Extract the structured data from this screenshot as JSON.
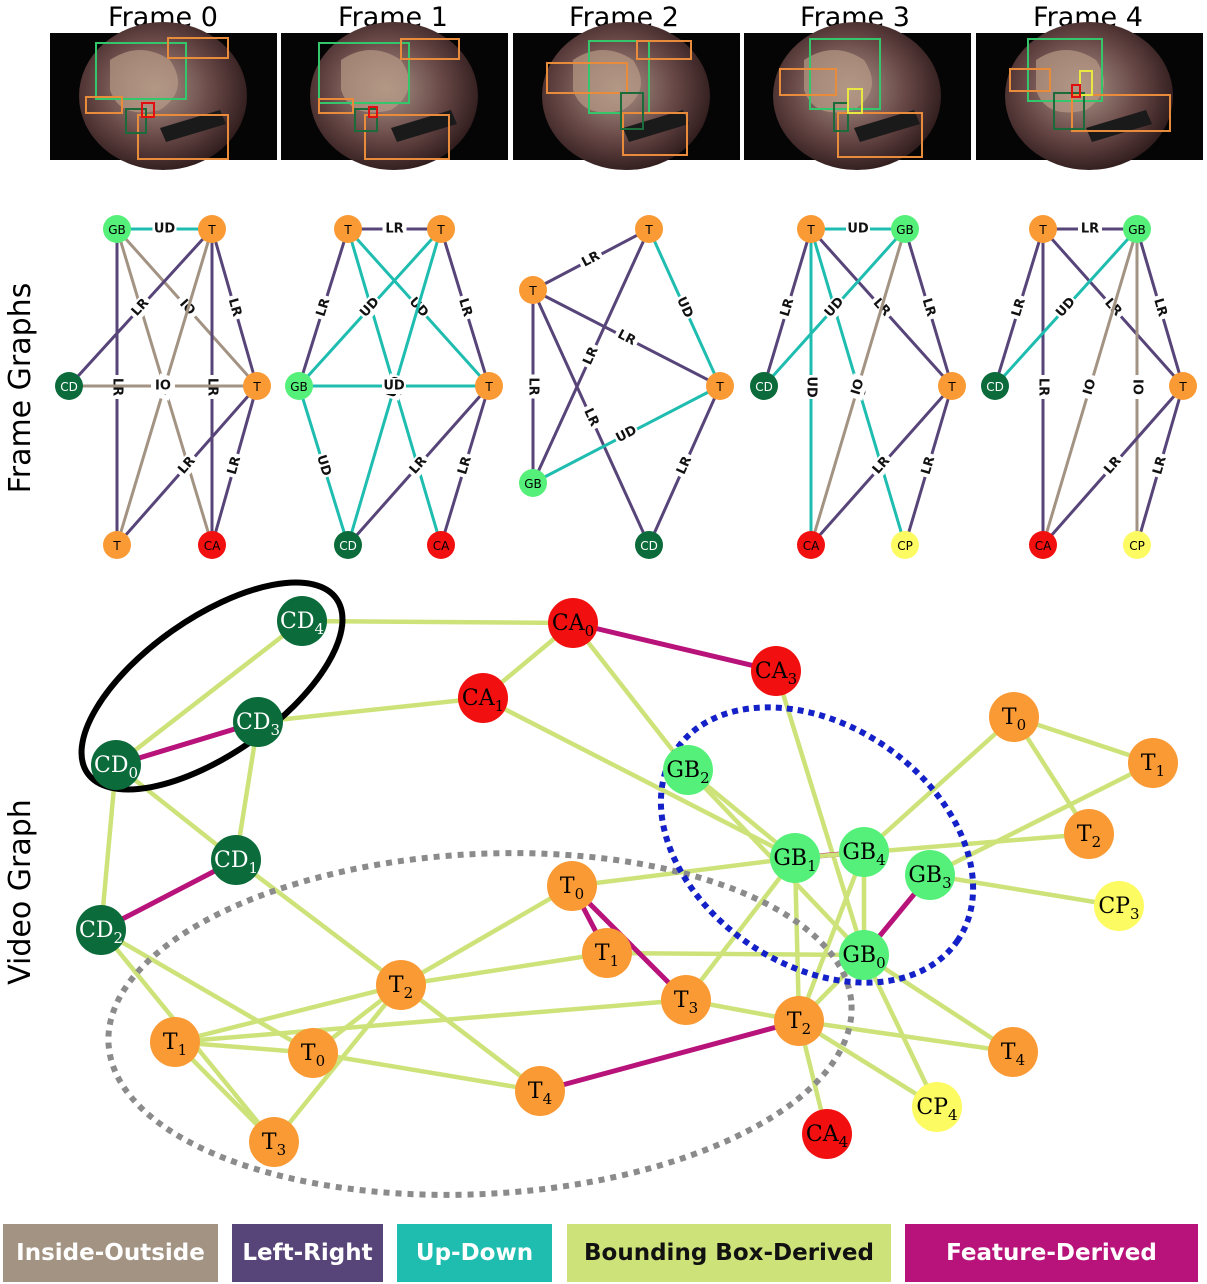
{
  "frames": [
    {
      "title": "Frame 0"
    },
    {
      "title": "Frame 1"
    },
    {
      "title": "Frame 2"
    },
    {
      "title": "Frame 3"
    },
    {
      "title": "Frame 4"
    }
  ],
  "row_labels": {
    "frame_graphs": "Frame Graphs",
    "video_graph": "Video Graph"
  },
  "colors": {
    "inside_outside": "#a29383",
    "left_right": "#574479",
    "up_down": "#1fbdb0",
    "bbox_derived": "#cde37a",
    "feature_derived": "#b8137a",
    "gallbladder": "#55f07a",
    "tool": "#fa9a35",
    "cystic_duct": "#0b6b3a",
    "cystic_artery": "#f20f0f",
    "cystic_plate": "#fdfb62"
  },
  "edge_types": {
    "LR": "LR",
    "UD": "UD",
    "IO": "IO"
  },
  "frame_graphs": [
    {
      "nodes": [
        {
          "id": "gb",
          "label": "GB",
          "cls": "GB"
        },
        {
          "id": "t1",
          "label": "T",
          "cls": "T"
        },
        {
          "id": "cd",
          "label": "CD",
          "cls": "CD"
        },
        {
          "id": "t2",
          "label": "T",
          "cls": "T"
        },
        {
          "id": "t3",
          "label": "T",
          "cls": "T"
        },
        {
          "id": "ca",
          "label": "CA",
          "cls": "CA"
        }
      ],
      "edges": [
        [
          "gb",
          "t1",
          "UD"
        ],
        [
          "gb",
          "t2",
          "IO"
        ],
        [
          "gb",
          "t3",
          "LR"
        ],
        [
          "gb",
          "ca",
          "IO"
        ],
        [
          "t1",
          "cd",
          "LR"
        ],
        [
          "t1",
          "t3",
          "IO"
        ],
        [
          "t1",
          "ca",
          "LR"
        ],
        [
          "t1",
          "t2",
          "LR"
        ],
        [
          "cd",
          "t2",
          "IO"
        ],
        [
          "t2",
          "t3",
          "LR"
        ],
        [
          "t2",
          "ca",
          "LR"
        ]
      ]
    },
    {
      "nodes": [
        {
          "id": "t1",
          "label": "T",
          "cls": "T"
        },
        {
          "id": "t2",
          "label": "T",
          "cls": "T"
        },
        {
          "id": "gb",
          "label": "GB",
          "cls": "GB"
        },
        {
          "id": "t3",
          "label": "T",
          "cls": "T"
        },
        {
          "id": "cd",
          "label": "CD",
          "cls": "CD"
        },
        {
          "id": "ca",
          "label": "CA",
          "cls": "CA"
        }
      ],
      "edges": [
        [
          "t1",
          "t2",
          "LR"
        ],
        [
          "t1",
          "gb",
          "LR"
        ],
        [
          "t1",
          "t3",
          "UD"
        ],
        [
          "t1",
          "ca",
          "UD"
        ],
        [
          "t2",
          "gb",
          "UD"
        ],
        [
          "t2",
          "cd",
          "UD"
        ],
        [
          "t2",
          "t3",
          "LR"
        ],
        [
          "gb",
          "t3",
          "UD"
        ],
        [
          "gb",
          "cd",
          "UD"
        ],
        [
          "t3",
          "cd",
          "LR"
        ],
        [
          "t3",
          "ca",
          "LR"
        ]
      ]
    },
    {
      "nodes": [
        {
          "id": "ta",
          "label": "T",
          "cls": "T"
        },
        {
          "id": "tb",
          "label": "T",
          "cls": "T"
        },
        {
          "id": "tc",
          "label": "T",
          "cls": "T"
        },
        {
          "id": "gb",
          "label": "GB",
          "cls": "GB"
        },
        {
          "id": "cd",
          "label": "CD",
          "cls": "CD"
        }
      ],
      "edges": [
        [
          "ta",
          "tb",
          "LR"
        ],
        [
          "ta",
          "tc",
          "UD"
        ],
        [
          "ta",
          "gb",
          "LR"
        ],
        [
          "tb",
          "gb",
          "LR"
        ],
        [
          "tb",
          "cd",
          "LR"
        ],
        [
          "tb",
          "tc",
          "LR"
        ],
        [
          "gb",
          "tc",
          "UD"
        ],
        [
          "tc",
          "cd",
          "LR"
        ]
      ]
    },
    {
      "nodes": [
        {
          "id": "t1",
          "label": "T",
          "cls": "T"
        },
        {
          "id": "gb",
          "label": "GB",
          "cls": "GB"
        },
        {
          "id": "cd",
          "label": "CD",
          "cls": "CD"
        },
        {
          "id": "t2",
          "label": "T",
          "cls": "T"
        },
        {
          "id": "ca",
          "label": "CA",
          "cls": "CA"
        },
        {
          "id": "cp",
          "label": "CP",
          "cls": "CP"
        }
      ],
      "edges": [
        [
          "t1",
          "gb",
          "UD"
        ],
        [
          "t1",
          "cd",
          "LR"
        ],
        [
          "t1",
          "ca",
          "UD"
        ],
        [
          "t1",
          "cp",
          "UD"
        ],
        [
          "t1",
          "t2",
          "LR"
        ],
        [
          "gb",
          "cd",
          "UD"
        ],
        [
          "gb",
          "ca",
          "IO"
        ],
        [
          "gb",
          "t2",
          "LR"
        ],
        [
          "t2",
          "ca",
          "LR"
        ],
        [
          "t2",
          "cp",
          "LR"
        ]
      ]
    },
    {
      "nodes": [
        {
          "id": "t1",
          "label": "T",
          "cls": "T"
        },
        {
          "id": "gb",
          "label": "GB",
          "cls": "GB"
        },
        {
          "id": "cd",
          "label": "CD",
          "cls": "CD"
        },
        {
          "id": "t2",
          "label": "T",
          "cls": "T"
        },
        {
          "id": "ca",
          "label": "CA",
          "cls": "CA"
        },
        {
          "id": "cp",
          "label": "CP",
          "cls": "CP"
        }
      ],
      "edges": [
        [
          "t1",
          "gb",
          "LR"
        ],
        [
          "t1",
          "cd",
          "LR"
        ],
        [
          "t1",
          "ca",
          "LR"
        ],
        [
          "t1",
          "t2",
          "LR"
        ],
        [
          "gb",
          "cd",
          "UD"
        ],
        [
          "gb",
          "ca",
          "IO"
        ],
        [
          "gb",
          "cp",
          "IO"
        ],
        [
          "gb",
          "t2",
          "LR"
        ],
        [
          "t2",
          "ca",
          "LR"
        ],
        [
          "t2",
          "cp",
          "LR"
        ]
      ]
    }
  ],
  "video_graph": {
    "nodes": [
      {
        "id": "CD4",
        "base": "CD",
        "sub": "4",
        "cls": "CD"
      },
      {
        "id": "CD3",
        "base": "CD",
        "sub": "3",
        "cls": "CD"
      },
      {
        "id": "CD0",
        "base": "CD",
        "sub": "0",
        "cls": "CD"
      },
      {
        "id": "CD1",
        "base": "CD",
        "sub": "1",
        "cls": "CD"
      },
      {
        "id": "CD2",
        "base": "CD",
        "sub": "2",
        "cls": "CD"
      },
      {
        "id": "CA0",
        "base": "CA",
        "sub": "0",
        "cls": "CA"
      },
      {
        "id": "CA1",
        "base": "CA",
        "sub": "1",
        "cls": "CA"
      },
      {
        "id": "CA3",
        "base": "CA",
        "sub": "3",
        "cls": "CA"
      },
      {
        "id": "CA4",
        "base": "CA",
        "sub": "4",
        "cls": "CA"
      },
      {
        "id": "GB2",
        "base": "GB",
        "sub": "2",
        "cls": "GB"
      },
      {
        "id": "GB1",
        "base": "GB",
        "sub": "1",
        "cls": "GB"
      },
      {
        "id": "GB4",
        "base": "GB",
        "sub": "4",
        "cls": "GB"
      },
      {
        "id": "GB3",
        "base": "GB",
        "sub": "3",
        "cls": "GB"
      },
      {
        "id": "GB0",
        "base": "GB",
        "sub": "0",
        "cls": "GB"
      },
      {
        "id": "rT0",
        "base": "T",
        "sub": "0",
        "cls": "T"
      },
      {
        "id": "rT1",
        "base": "T",
        "sub": "1",
        "cls": "T"
      },
      {
        "id": "rT2",
        "base": "T",
        "sub": "2",
        "cls": "T"
      },
      {
        "id": "CP3",
        "base": "CP",
        "sub": "3",
        "cls": "CP"
      },
      {
        "id": "CP4",
        "base": "CP",
        "sub": "4",
        "cls": "CP"
      },
      {
        "id": "mT0",
        "base": "T",
        "sub": "0",
        "cls": "T"
      },
      {
        "id": "mT1",
        "base": "T",
        "sub": "1",
        "cls": "T"
      },
      {
        "id": "mT3",
        "base": "T",
        "sub": "3",
        "cls": "T"
      },
      {
        "id": "mT2",
        "base": "T",
        "sub": "2",
        "cls": "T"
      },
      {
        "id": "mT4",
        "base": "T",
        "sub": "4",
        "cls": "T"
      },
      {
        "id": "bT4",
        "base": "T",
        "sub": "4",
        "cls": "T"
      },
      {
        "id": "lT2",
        "base": "T",
        "sub": "2",
        "cls": "T"
      },
      {
        "id": "lT1",
        "base": "T",
        "sub": "1",
        "cls": "T"
      },
      {
        "id": "lT0",
        "base": "T",
        "sub": "0",
        "cls": "T"
      },
      {
        "id": "lT3",
        "base": "T",
        "sub": "3",
        "cls": "T"
      }
    ],
    "edges": [
      [
        "CD4",
        "CA0",
        "B"
      ],
      [
        "CD4",
        "CD0",
        "B"
      ],
      [
        "CD3",
        "CD0",
        "F"
      ],
      [
        "CD3",
        "CA1",
        "B"
      ],
      [
        "CD3",
        "CD1",
        "B"
      ],
      [
        "CD0",
        "CD1",
        "B"
      ],
      [
        "CD0",
        "CD2",
        "B"
      ],
      [
        "CD1",
        "CD2",
        "F"
      ],
      [
        "CD1",
        "lT2",
        "B"
      ],
      [
        "CD2",
        "lT0",
        "B"
      ],
      [
        "CD2",
        "lT3",
        "B"
      ],
      [
        "CA0",
        "CA1",
        "B"
      ],
      [
        "CA0",
        "CA3",
        "F"
      ],
      [
        "CA0",
        "GB2",
        "B"
      ],
      [
        "CA1",
        "GB1",
        "B"
      ],
      [
        "CA3",
        "GB0",
        "B"
      ],
      [
        "GB2",
        "GB1",
        "B"
      ],
      [
        "GB2",
        "GB0",
        "B"
      ],
      [
        "GB1",
        "GB4",
        "F"
      ],
      [
        "GB1",
        "mT0",
        "B"
      ],
      [
        "GB1",
        "mT3",
        "B"
      ],
      [
        "GB1",
        "mT2",
        "B"
      ],
      [
        "GB1",
        "rT2",
        "B"
      ],
      [
        "GB4",
        "rT0",
        "B"
      ],
      [
        "GB4",
        "GB0",
        "B"
      ],
      [
        "GB4",
        "mT2",
        "B"
      ],
      [
        "GB3",
        "GB0",
        "F"
      ],
      [
        "GB3",
        "CP3",
        "B"
      ],
      [
        "GB3",
        "rT1",
        "B"
      ],
      [
        "GB0",
        "CP4",
        "B"
      ],
      [
        "GB0",
        "mT4",
        "B"
      ],
      [
        "GB0",
        "mT1",
        "B"
      ],
      [
        "GB0",
        "mT2",
        "B"
      ],
      [
        "rT0",
        "rT1",
        "B"
      ],
      [
        "rT0",
        "rT2",
        "B"
      ],
      [
        "mT0",
        "mT1",
        "F"
      ],
      [
        "mT0",
        "mT3",
        "F"
      ],
      [
        "mT0",
        "lT2",
        "B"
      ],
      [
        "mT1",
        "lT2",
        "B"
      ],
      [
        "mT3",
        "mT2",
        "B"
      ],
      [
        "mT2",
        "CA4",
        "B"
      ],
      [
        "mT2",
        "bT4",
        "F"
      ],
      [
        "mT2",
        "mT4",
        "B"
      ],
      [
        "mT2",
        "CP4",
        "B"
      ],
      [
        "lT2",
        "lT1",
        "B"
      ],
      [
        "lT2",
        "lT0",
        "B"
      ],
      [
        "lT2",
        "lT3",
        "B"
      ],
      [
        "lT2",
        "bT4",
        "B"
      ],
      [
        "lT1",
        "lT0",
        "B"
      ],
      [
        "lT1",
        "lT3",
        "B"
      ],
      [
        "lT1",
        "mT3",
        "B"
      ],
      [
        "lT0",
        "bT4",
        "B"
      ]
    ]
  },
  "legend": [
    {
      "label": "Inside-Outside",
      "bg": "#a29383",
      "fg": "#ffffff"
    },
    {
      "label": "Left-Right",
      "bg": "#574479",
      "fg": "#ffffff"
    },
    {
      "label": "Up-Down",
      "bg": "#1fbdb0",
      "fg": "#ffffff"
    },
    {
      "label": "Bounding Box-Derived",
      "bg": "#cde37a",
      "fg": "#111111"
    },
    {
      "label": "Feature-Derived",
      "bg": "#b8137a",
      "fg": "#ffffff"
    }
  ]
}
